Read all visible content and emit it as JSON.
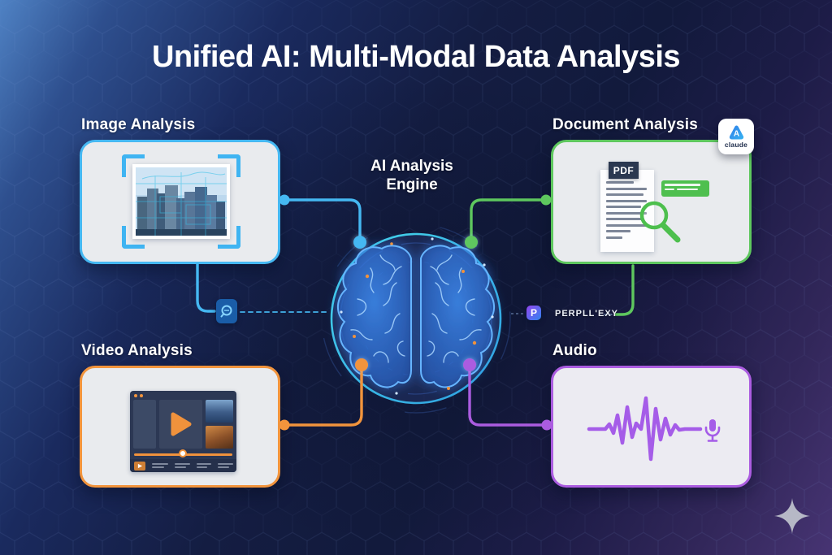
{
  "title": "Unified AI: Multi-Modal Data Analysis",
  "engine": {
    "line1": "AI Analysis",
    "line2": "Engine"
  },
  "panels": {
    "image": {
      "label": "Image Analysis",
      "accent": "#45b8f2"
    },
    "document": {
      "label": "Document Analysis",
      "accent": "#5ec75e",
      "pdf_badge": "PDF"
    },
    "video": {
      "label": "Video Analysis",
      "accent": "#f2943c"
    },
    "audio": {
      "label": "Audio",
      "accent": "#ab5ce0"
    }
  },
  "badges": {
    "claude": {
      "label": "claude"
    },
    "perplexity": {
      "logo_letter": "P",
      "label": "PERPLL'EXY"
    }
  },
  "icons": {
    "claude_logo": "blue-spade-with-a",
    "perplexity_logo": "letter-p-tile",
    "scan_chip": "circle-scan-glyph",
    "viewfinder": "corner-brackets",
    "magnifier": "magnifying-glass",
    "play_button": "play-triangle",
    "microphone": "mic-glyph",
    "sparkle": "four-point-star"
  },
  "colors": {
    "cyan": "#45b8f2",
    "green": "#5ec75e",
    "orange": "#f2943c",
    "purple": "#ab5ce0",
    "panel_bg": "#e9ebee",
    "ring": "#41cfe2",
    "brain_glow": "#4aa0ff",
    "bg_top_left": "#4f82c4",
    "bg_mid": "#131c3d",
    "bg_bottom_right": "#473473"
  }
}
